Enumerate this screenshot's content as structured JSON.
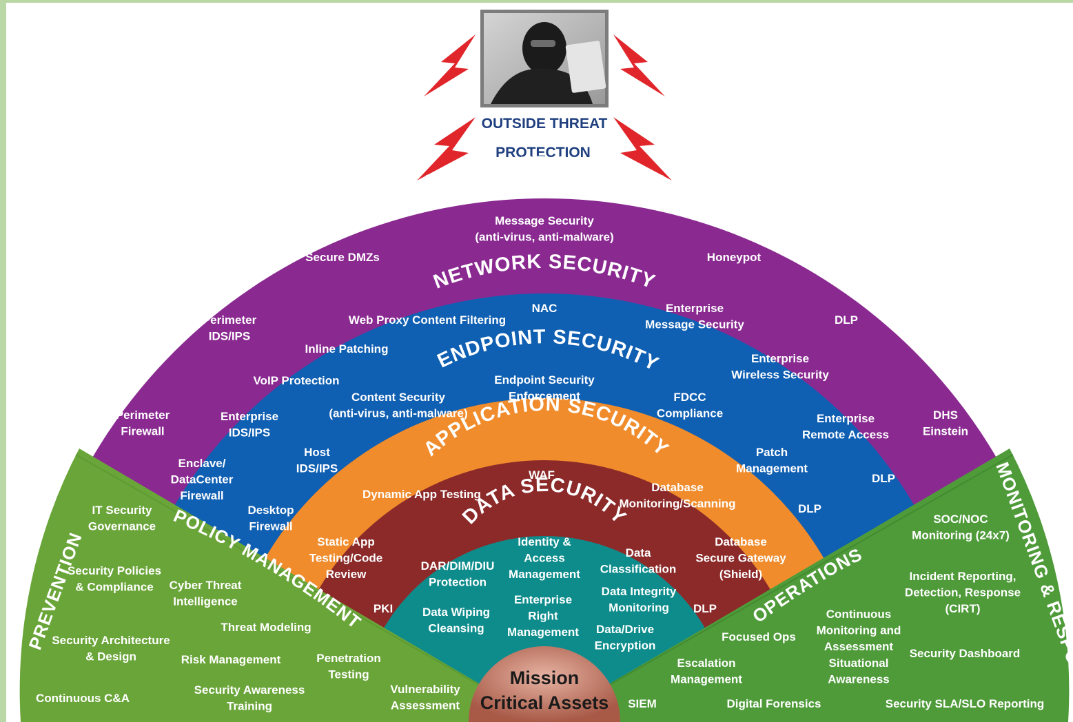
{
  "threat": {
    "line1": "OUTSIDE THREAT",
    "line2": "PROTECTION"
  },
  "rings": {
    "perimeter": {
      "title": "PERIMETER SECURITY",
      "color": "#8a2a91",
      "items": {
        "message_security": [
          "Message Security",
          "(anti-virus, anti-malware)"
        ],
        "secure_dmzs": [
          "Secure DMZs"
        ],
        "honeypot": [
          "Honeypot"
        ],
        "perimeter_ids_ips": [
          "Perimeter",
          "IDS/IPS"
        ],
        "dlp": [
          "DLP"
        ],
        "perimeter_firewall": [
          "Perimeter",
          "Firewall"
        ],
        "dhs_einstein": [
          "DHS",
          "Einstein"
        ]
      }
    },
    "network": {
      "title": "NETWORK SECURITY",
      "color": "#0f5fb2",
      "items": {
        "nac": [
          "NAC"
        ],
        "web_proxy": [
          "Web Proxy Content Filtering"
        ],
        "enterprise_message": [
          "Enterprise",
          "Message Security"
        ],
        "inline_patching": [
          "Inline Patching"
        ],
        "enterprise_wireless": [
          "Enterprise",
          "Wireless Security"
        ],
        "voip": [
          "VoIP Protection"
        ],
        "enterprise_ids_ips": [
          "Enterprise",
          "IDS/IPS"
        ],
        "enterprise_remote": [
          "Enterprise",
          "Remote Access"
        ],
        "enclave_firewall": [
          "Enclave/",
          "DataCenter",
          "Firewall"
        ],
        "dlp": [
          "DLP"
        ]
      }
    },
    "endpoint": {
      "title": "ENDPOINT SECURITY",
      "color": "#f08c2c",
      "items": {
        "endpoint_enforcement": [
          "Endpoint Security",
          "Enforcement"
        ],
        "content_security": [
          "Content Security",
          "(anti-virus, anti-malware)"
        ],
        "fdcc": [
          "FDCC",
          "Compliance"
        ],
        "host_ids_ips": [
          "Host",
          "IDS/IPS"
        ],
        "patch_management": [
          "Patch",
          "Management"
        ],
        "desktop_firewall": [
          "Desktop",
          "Firewall"
        ],
        "dlp": [
          "DLP"
        ]
      }
    },
    "application": {
      "title": "APPLICATION SECURITY",
      "color": "#8c2a2a",
      "items": {
        "waf": [
          "WAF"
        ],
        "dynamic_app": [
          "Dynamic App Testing"
        ],
        "db_monitoring": [
          "Database",
          "Monitoring/Scanning"
        ],
        "static_app": [
          "Static App",
          "Testing/Code",
          "Review"
        ],
        "db_gateway": [
          "Database",
          "Secure Gateway",
          "(Shield)"
        ]
      }
    },
    "data": {
      "title": "DATA SECURITY",
      "color": "#0e8c8c",
      "items": {
        "identity_access": [
          "Identity &",
          "Access",
          "Management"
        ],
        "data_classification": [
          "Data",
          "Classification"
        ],
        "dar_protection": [
          "DAR/DIM/DIU",
          "Protection"
        ],
        "data_integrity": [
          "Data Integrity",
          "Monitoring"
        ],
        "enterprise_right": [
          "Enterprise",
          "Right",
          "Management"
        ],
        "pki": [
          "PKI"
        ],
        "data_wiping": [
          "Data Wiping",
          "Cleansing"
        ],
        "data_drive": [
          "Data/Drive",
          "Encryption"
        ],
        "dlp": [
          "DLP"
        ]
      }
    },
    "core": {
      "line1": "Mission",
      "line2": "Critical Assets",
      "color": "#b9705c"
    }
  },
  "prevention": {
    "title": "PREVENTION",
    "color": "#6aa539",
    "items": {
      "it_governance": [
        "IT Security",
        "Governance"
      ],
      "policies": [
        "Security Policies",
        "& Compliance"
      ],
      "architecture": [
        "Security Architecture",
        "& Design"
      ],
      "continuous_ca": [
        "Continuous C&A"
      ]
    }
  },
  "policy_management": {
    "title": "POLICY MANAGEMENT",
    "items": {
      "cyber_threat": [
        "Cyber Threat",
        "Intelligence"
      ],
      "threat_modeling": [
        "Threat Modeling"
      ],
      "risk_management": [
        "Risk Management"
      ],
      "penetration": [
        "Penetration",
        "Testing"
      ],
      "awareness": [
        "Security Awareness",
        "Training"
      ],
      "vulnerability": [
        "Vulnerability",
        "Assessment"
      ]
    }
  },
  "monitoring": {
    "title": "MONITORING & RESPONSE",
    "color": "#4f9b3a",
    "items": {
      "soc_noc": [
        "SOC/NOC",
        "Monitoring (24x7)"
      ],
      "incident": [
        "Incident Reporting,",
        "Detection, Response",
        "(CIRT)"
      ],
      "dashboard": [
        "Security Dashboard"
      ],
      "sla_slo": [
        "Security SLA/SLO Reporting"
      ]
    }
  },
  "operations": {
    "title": "OPERATIONS",
    "items": {
      "focused_ops": [
        "Focused Ops"
      ],
      "continuous_monitoring": [
        "Continuous",
        "Monitoring and",
        "Assessment"
      ],
      "situational": [
        "Situational",
        "Awareness"
      ],
      "escalation": [
        "Escalation",
        "Management"
      ],
      "siem": [
        "SIEM"
      ],
      "forensics": [
        "Digital Forensics"
      ]
    }
  }
}
